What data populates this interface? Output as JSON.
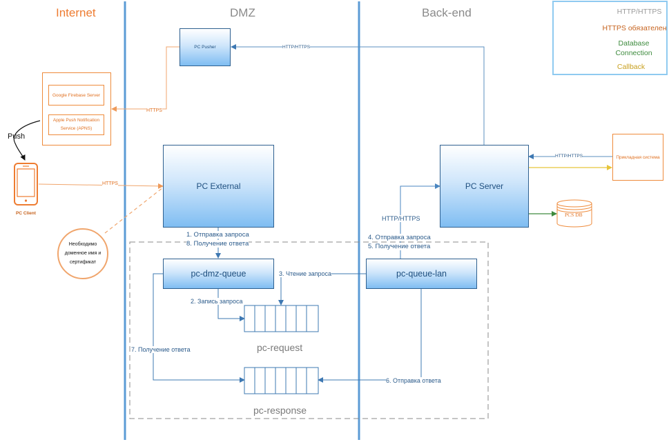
{
  "zones": {
    "internet": "Internet",
    "dmz": "DMZ",
    "backend": "Back-end"
  },
  "colors": {
    "http": "#5b8fbf",
    "https_required": "#f0a56c",
    "database": "#3d8a3d",
    "callback": "#e7c53a",
    "zone_line": "#5b9bd5",
    "internet_title": "#ee7c31",
    "zone_title": "#8a8a8a"
  },
  "legend": {
    "items": [
      {
        "label": "HTTP/HTTPS",
        "color": "#9a9a9a"
      },
      {
        "label": "HTTPS обязателен",
        "color": "#c6621d"
      },
      {
        "label": "Database Connection",
        "color": "#3d8a3d"
      },
      {
        "label": "Callback",
        "color": "#c8a020"
      }
    ]
  },
  "nodes": {
    "pc_pusher": "PC Pusher",
    "pc_external": "PC External",
    "pc_server": "PC Server",
    "pc_dmz_queue": "pc-dmz-queue",
    "pc_queue_lan": "pc-queue-lan",
    "google_firebase": "Google Firebase Server",
    "apns": "Apple Push Notification Service (APNS)",
    "applied_system": "Прикладная система",
    "pcs_db": "PCS DB",
    "pc_client": "PC Client",
    "certificate_note": "Необходимо доменное имя и сертификат",
    "push": "Push"
  },
  "queues": {
    "request": "pc-request",
    "response": "pc-response"
  },
  "edges": {
    "pusher_https": "HTTP/HTTPS",
    "firebase_https": "HTTPS",
    "client_https": "HTTPS",
    "applied_https": "HTTP/HTTPS",
    "server_http": "HTTP/HTTPS",
    "step1": "1. Отправка запроса",
    "step8": "8. Получение ответа",
    "step4": "4. Отправка запроса",
    "step5": "5. Получение ответа",
    "step3": "3. Чтение запроса",
    "step2": "2. Запись запроса",
    "step7": "7. Получение ответа",
    "step6": "6. Отправка ответа"
  }
}
